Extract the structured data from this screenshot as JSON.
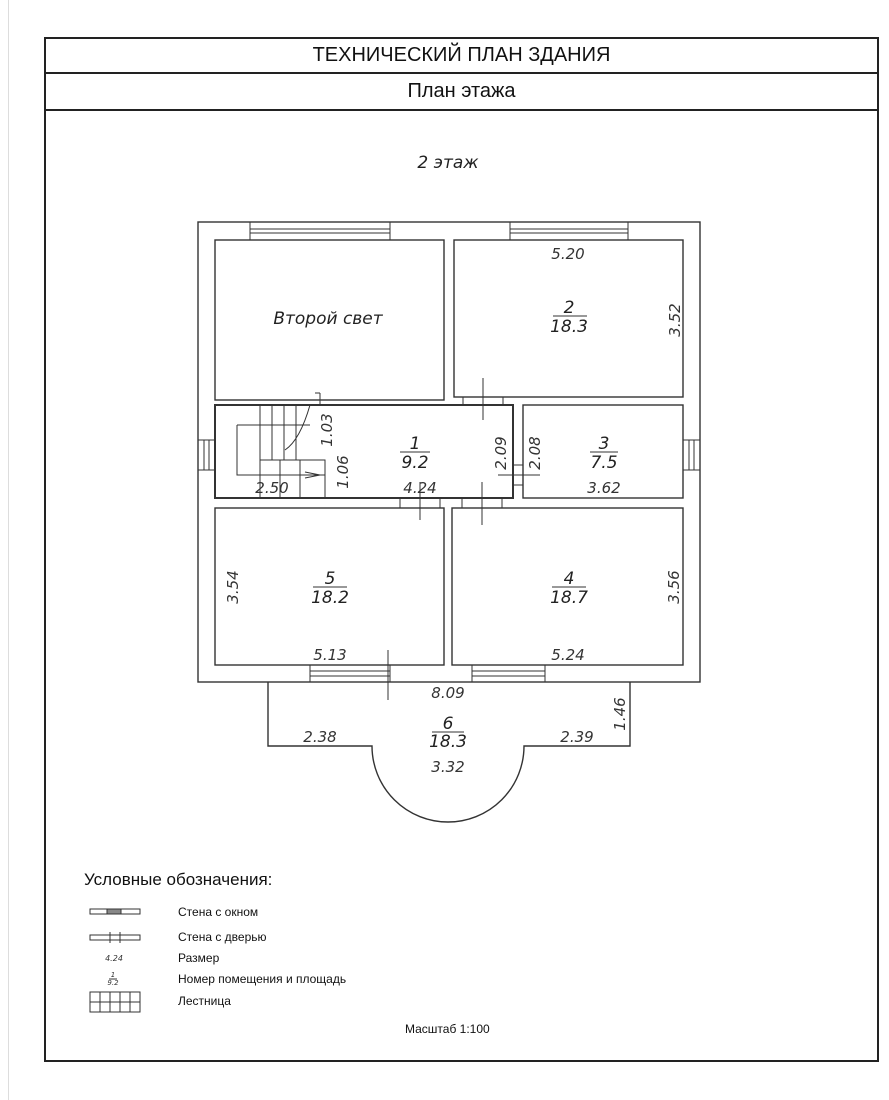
{
  "header": {
    "title": "ТЕХНИЧЕСКИЙ ПЛАН ЗДАНИЯ",
    "subtitle": "План этажа"
  },
  "floor_label": "2 этаж",
  "rooms": [
    {
      "name": "Второй свет"
    },
    {
      "number": "2",
      "area": "18.3"
    },
    {
      "number": "1",
      "area": "9.2"
    },
    {
      "number": "3",
      "area": "7.5"
    },
    {
      "number": "5",
      "area": "18.2"
    },
    {
      "number": "4",
      "area": "18.7"
    },
    {
      "number": "6",
      "area": "18.3"
    }
  ],
  "dimensions": [
    "5.20",
    "3.52",
    "1.03",
    "1.06",
    "2.50",
    "4.24",
    "2.09",
    "2.08",
    "3.62",
    "3.54",
    "5.13",
    "5.24",
    "3.56",
    "8.09",
    "2.38",
    "2.39",
    "1.46",
    "3.32"
  ],
  "legend": {
    "title": "Условные обозначения:",
    "items": [
      "Стена с окном",
      "Стена с дверью",
      "Размер",
      "Номер помещения и площадь",
      "Лестница"
    ],
    "size_sample": "4.24",
    "room_sample_number": "1",
    "room_sample_area": "9.2"
  },
  "scale": "Масштаб 1:100"
}
